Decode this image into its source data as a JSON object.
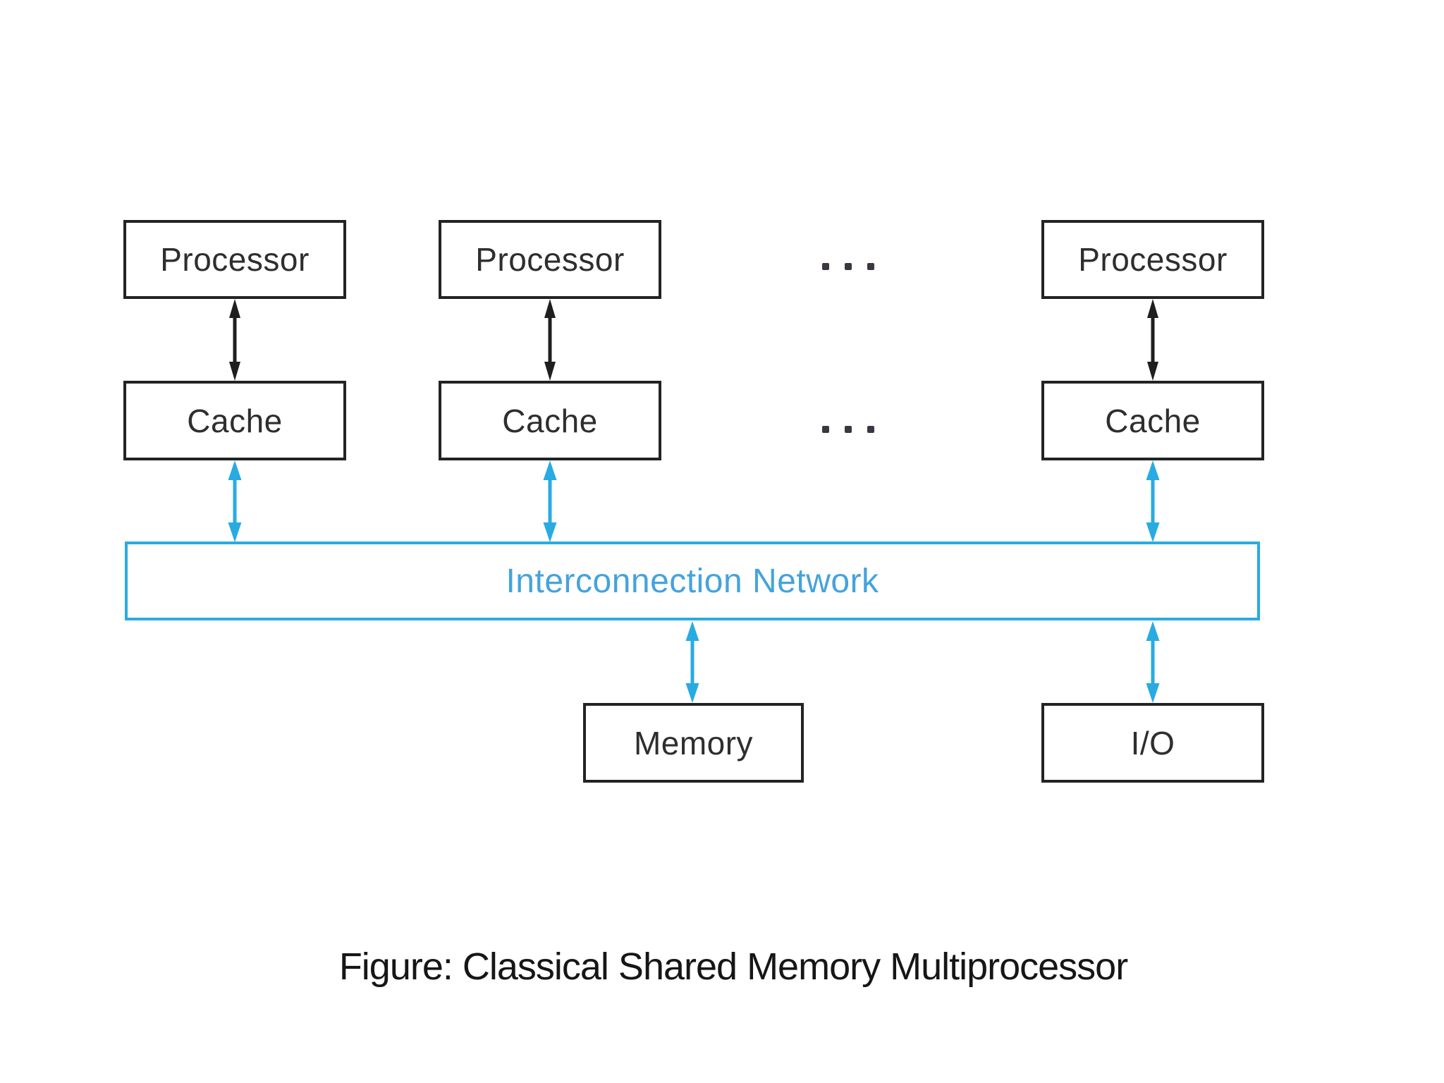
{
  "columns": [
    {
      "processor": "Processor",
      "cache": "Cache"
    },
    {
      "processor": "Processor",
      "cache": "Cache"
    },
    {
      "processor": "Processor",
      "cache": "Cache"
    }
  ],
  "network_label": "Interconnection Network",
  "memory_label": "Memory",
  "io_label": "I/O",
  "caption": "Figure: Classical Shared Memory Multiprocessor",
  "colors": {
    "accent_blue": "#29ABE2",
    "network_text_blue": "#45A3DC",
    "box_border_black": "#232323",
    "box_label_gray": "#2e2e2e",
    "caption_black": "#161616"
  }
}
